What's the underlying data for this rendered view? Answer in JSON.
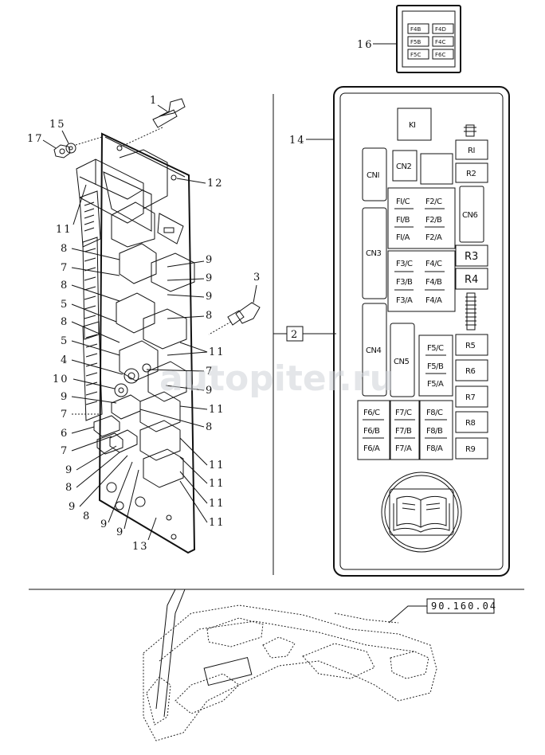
{
  "watermark": "autopiter.ru",
  "reference_code": "90.160.04",
  "callouts": {
    "c1": "1",
    "c2": "2",
    "c3": "3",
    "c4": "4",
    "c5a": "5",
    "c5b": "5",
    "c6": "6",
    "c7a": "7",
    "c7b": "7",
    "c7c": "7",
    "c7d": "7",
    "c8a": "8",
    "c8b": "8",
    "c8c": "8",
    "c8d": "8",
    "c8e": "8",
    "c8f": "8",
    "c9a": "9",
    "c9b": "9",
    "c9c": "9",
    "c9d": "9",
    "c9e": "9",
    "c9f": "9",
    "c9g": "9",
    "c9h": "9",
    "c10": "10",
    "c11a": "11",
    "c11b": "11",
    "c11c": "11",
    "c11d": "11",
    "c11e": "11",
    "c11f": "11",
    "c11g": "11",
    "c12": "12",
    "c13": "13",
    "c14": "14",
    "c15": "15",
    "c16": "16",
    "c17": "17"
  },
  "legend_16": [
    "F4B",
    "F4D",
    "F5B",
    "F4C",
    "F5C",
    "F6C"
  ],
  "panel_14": {
    "k1": "KI",
    "cn1": "CNI",
    "cn2": "CN2",
    "cn3": "CN3",
    "cn4": "CN4",
    "cn5": "CN5",
    "cn6": "CN6",
    "r1": "RI",
    "r2": "R2",
    "r3": "R3",
    "r4": "R4",
    "r5": "R5",
    "r6": "R6",
    "r7": "R7",
    "r8": "R8",
    "r9": "R9",
    "f1c": "FI/C",
    "f1b": "FI/B",
    "f1a": "FI/A",
    "f2c": "F2/C",
    "f2b": "F2/B",
    "f2a": "F2/A",
    "f3c": "F3/C",
    "f3b": "F3/B",
    "f3a": "F3/A",
    "f4c": "F4/C",
    "f4b": "F4/B",
    "f4a": "F4/A",
    "f5c": "F5/C",
    "f5b": "F5/B",
    "f5a": "F5/A",
    "f6c": "F6/C",
    "f6b": "F6/B",
    "f6a": "F6/A",
    "f7c": "F7/C",
    "f7b": "F7/B",
    "f7a": "F7/A",
    "f8c": "F8/C",
    "f8b": "F8/B",
    "f8a": "F8/A"
  }
}
